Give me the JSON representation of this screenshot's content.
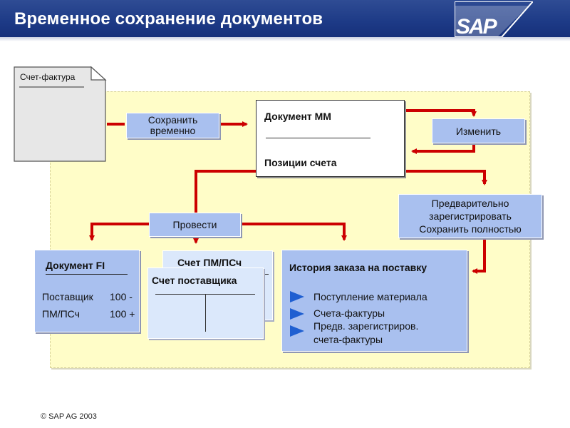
{
  "header": {
    "title": "Временное сохранение документов",
    "logo_text": "SAP"
  },
  "invoice_doc": {
    "title": "Счет-фактура"
  },
  "save_temp": {
    "line1": "Сохранить",
    "line2": "временно"
  },
  "mm_doc": {
    "title": "Документ MM",
    "items": "Позиции счета"
  },
  "change": {
    "label": "Изменить"
  },
  "park": {
    "line1": "Предварительно",
    "line2": "зарегистрировать",
    "line3": "Сохранить полностью"
  },
  "post": {
    "label": "Провести"
  },
  "fi_doc": {
    "title": "Документ FI",
    "row1_label": "Поставщик",
    "row1_value": "100 -",
    "row2_label": "ПМ/ПСч",
    "row2_value": "100 +"
  },
  "gr_ir_account": {
    "title": "Счет ПМ/ПСч"
  },
  "vendor_account": {
    "title": "Счет поставщика"
  },
  "po_history": {
    "title": "История заказа на поставку",
    "items": [
      "Поступление материала",
      "Счета-фактуры",
      "Предв. зарегистриров.",
      "счета-фактуры"
    ]
  },
  "footer": {
    "copyright_symbol": "©",
    "text": "SAP AG 2003"
  },
  "colors": {
    "header": "#1d3a86",
    "arrow": "#cc0000",
    "panel": "#fffdc8",
    "box_blue": "#a9c0ef",
    "bullet": "#1f5fd1"
  }
}
